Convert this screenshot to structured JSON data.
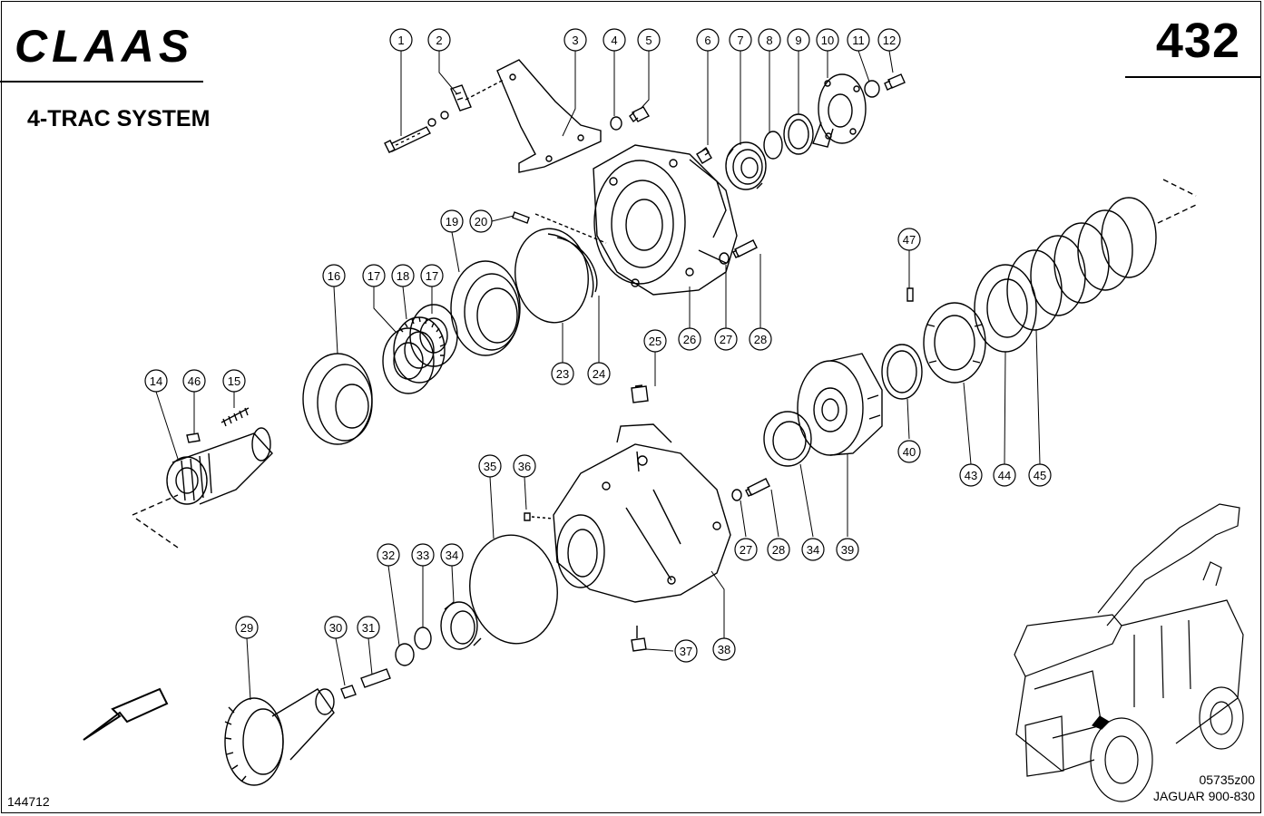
{
  "brand": "CLAAS",
  "page_number": "432",
  "section_title": "4-TRAC SYSTEM",
  "ref_code": "05735z00",
  "model": "JAGUAR 900-830",
  "drawing_number": "144712",
  "callouts": {
    "c1": "1",
    "c2": "2",
    "c3": "3",
    "c4": "4",
    "c5": "5",
    "c6": "6",
    "c7": "7",
    "c8": "8",
    "c9": "9",
    "c10": "10",
    "c11": "11",
    "c12": "12",
    "c14": "14",
    "c15": "15",
    "c16": "16",
    "c17a": "17",
    "c18": "18",
    "c17b": "17",
    "c19": "19",
    "c20": "20",
    "c23": "23",
    "c24": "24",
    "c25": "25",
    "c26": "26",
    "c27a": "27",
    "c28a": "28",
    "c27b": "27",
    "c28b": "28",
    "c29": "29",
    "c30": "30",
    "c31": "31",
    "c32": "32",
    "c33": "33",
    "c34a": "34",
    "c34b": "34",
    "c35": "35",
    "c36": "36",
    "c37": "37",
    "c38": "38",
    "c39": "39",
    "c40": "40",
    "c43": "43",
    "c44": "44",
    "c45": "45",
    "c46": "46",
    "c47": "47"
  }
}
